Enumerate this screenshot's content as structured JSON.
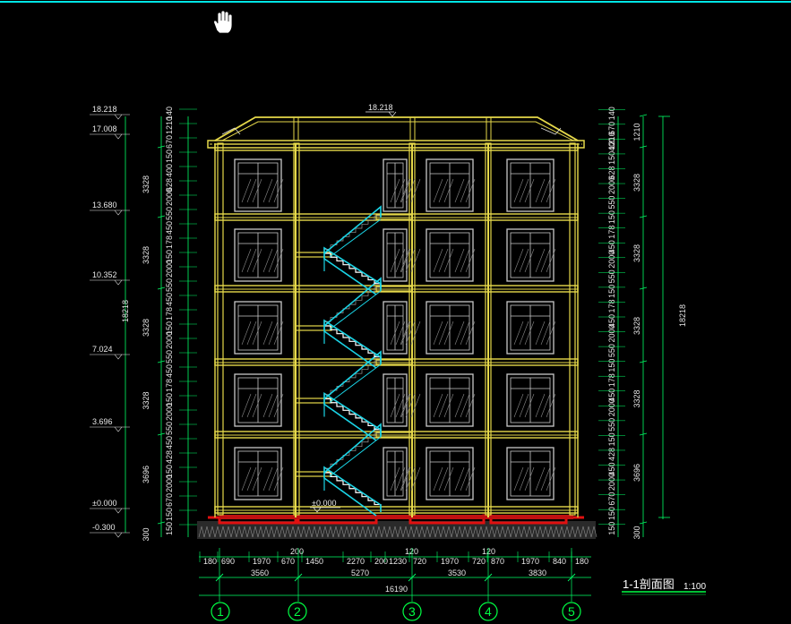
{
  "title": "1-1剖面图",
  "scale": "1:100",
  "colors": {
    "background": "#000000",
    "frame_top": "#00e5e5",
    "structure": "#e6d94a",
    "stairs": "#1ad4e6",
    "dimension": "#00ff66",
    "ground": "#e01010",
    "text": "#e8e8e8",
    "axis_circle": "#00ff44"
  },
  "cursor_icon": "hand-pan-icon",
  "top_label": "18.218",
  "ground_stair_label": "±0.000",
  "left_levels": [
    "18.218",
    "17.008",
    "13.680",
    "10.352",
    "7.024",
    "3.696",
    "±0.000",
    "-0.300"
  ],
  "left_dims_inner": [
    "140",
    "1210",
    "670",
    "150",
    "400",
    "628",
    "2000",
    "550",
    "450",
    "178",
    "150",
    "2000",
    "550",
    "450",
    "178",
    "150",
    "2000",
    "550",
    "450",
    "178",
    "150",
    "2000",
    "550",
    "450",
    "428",
    "150",
    "2000",
    "670",
    "150",
    "150"
  ],
  "left_dims_outer": [
    "3328",
    "3328",
    "3328",
    "3328",
    "3696",
    "300"
  ],
  "left_total": "18218",
  "right_dims_inner": [
    "140",
    "670",
    "1210",
    "150400",
    "628",
    "2000",
    "550",
    "150",
    "178",
    "450",
    "2000",
    "550",
    "150",
    "178",
    "450",
    "2000",
    "550",
    "150",
    "178",
    "450",
    "2000",
    "550",
    "150",
    "428",
    "450",
    "2000",
    "670",
    "150",
    "150"
  ],
  "right_dims_outer": [
    "1210",
    "3328",
    "3328",
    "3328",
    "3328",
    "3696",
    "300"
  ],
  "right_total": "18218",
  "bottom_row1": [
    "180",
    "690",
    "1970",
    "670",
    "1450",
    "2270",
    "200",
    "1230",
    "720",
    "1970",
    "720",
    "870",
    "1970",
    "840",
    "180"
  ],
  "bottom_row1_top": [
    "200",
    "120",
    "120"
  ],
  "bottom_row2": [
    "3560",
    "5270",
    "3530",
    "3830"
  ],
  "bottom_total": "16190",
  "axes": [
    "1",
    "2",
    "3",
    "4",
    "5"
  ]
}
